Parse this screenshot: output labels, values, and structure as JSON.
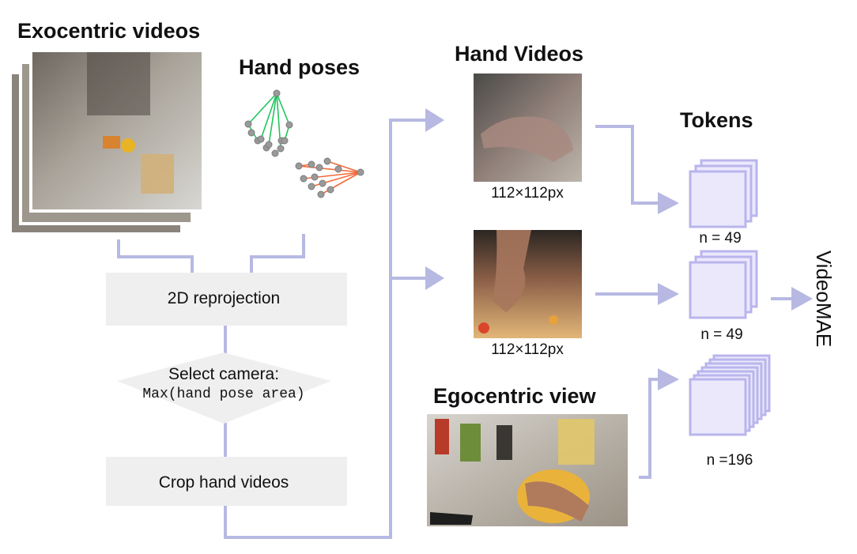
{
  "titles": {
    "exocentric": "Exocentric videos",
    "hand_poses": "Hand poses",
    "hand_videos": "Hand Videos",
    "tokens": "Tokens",
    "egocentric": "Egocentric view"
  },
  "steps": {
    "reprojection": "2D reprojection",
    "select_camera": "Select camera:",
    "select_camera_formula": "Max(hand pose area)",
    "crop": "Crop hand videos"
  },
  "hand_video_sizes": [
    "112×112px",
    "112×112px"
  ],
  "token_counts": [
    "n = 49",
    "n = 49",
    "n =196"
  ],
  "model": "VideoMAE",
  "colors": {
    "flow": "#b7b9e3",
    "box": "#efefef",
    "token_fill": "#ece8fc",
    "token_stroke": "#b9b5ec",
    "skeleton_green": "#22c55e",
    "skeleton_orange": "#f26b3a",
    "joint": "#9a9a9a"
  }
}
